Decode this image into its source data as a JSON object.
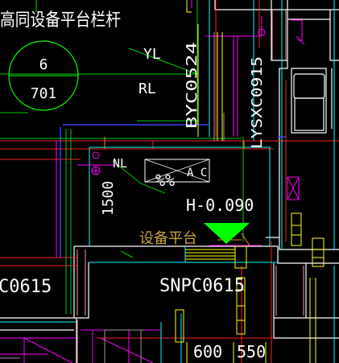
{
  "drawing": {
    "title_fragment": "高同设备平台栏杆",
    "callout": {
      "number": "6",
      "sheet": "701"
    },
    "labels": {
      "yl": "YL",
      "rl": "RL",
      "nl": "NL",
      "window_a": "BYC0524",
      "window_b": "LYSXC0915",
      "dim_1500": "1500",
      "ac_pct": "%%",
      "ac_label": "A C",
      "elevation": "H-0.090",
      "platform": "设备平台",
      "window_c": "SNPC0615",
      "window_left": "C0615",
      "dim_600": "600",
      "dim_550": "550"
    }
  },
  "colors": {
    "background": "#000000",
    "wall": "#ffffff",
    "red_line": "#ff2020",
    "yellow": "#ffff00",
    "cyan": "#00ffff",
    "green": "#00ff00",
    "magenta": "#ff00ff",
    "orange": "#ff8000",
    "light_red": "#ff9a9a",
    "blue": "#4040ff",
    "gray": "#9a9a9a",
    "olive": "#c8a040"
  },
  "icons": {
    "elevation_marker": "green-triangle-icon",
    "callout_circle": "detail-callout-icon",
    "ac_unit": "ac-unit-symbol-icon"
  }
}
